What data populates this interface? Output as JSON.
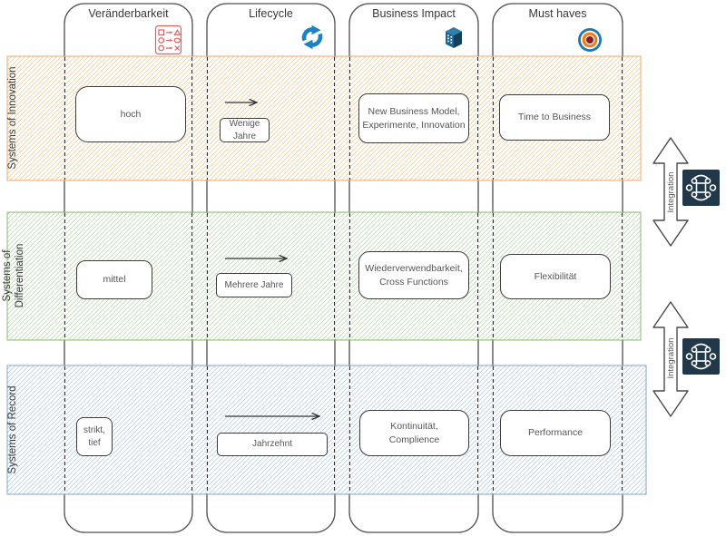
{
  "columns": [
    {
      "label": "Veränderbarkeit",
      "icon": "transform-icon"
    },
    {
      "label": "Lifecycle",
      "icon": "lifecycle-icon"
    },
    {
      "label": "Business Impact",
      "icon": "building-icon"
    },
    {
      "label": "Must haves",
      "icon": "target-icon"
    }
  ],
  "rows": [
    {
      "label": "Systems of Innovation",
      "band_color": "#f0a96b",
      "cells": [
        "hoch",
        "Wenige\nJahre",
        "New Business Model,\nExperimente, Innovation",
        "Time to Business"
      ]
    },
    {
      "label": "Systems of\nDifferentiation",
      "band_color": "#84b96f",
      "cells": [
        "mittel",
        "Mehrere Jahre",
        "Wiederverwendbarkeit,\nCross Functions",
        "Flexibilität"
      ]
    },
    {
      "label": "Systems of Record",
      "band_color": "#7fa7d1",
      "cells": [
        "strikt,\ntief",
        "Jahrzehnt",
        "Kontinuität,\nComplience",
        "Performance"
      ]
    }
  ],
  "integration": {
    "label": "Integration"
  },
  "colors": {
    "col_stroke": "#4f4f4f",
    "band_orange_border": "#f0a96b",
    "band_orange_hatch": "#f3cf9e",
    "band_green_border": "#84b96f",
    "band_green_hatch": "#bedcb4",
    "band_blue_border": "#7fa7d1",
    "band_blue_hatch": "#bad0ea",
    "box_stroke": "#3d3d3d",
    "text_dark": "#383838",
    "text_gray": "#555555",
    "accent_red": "#df5f5f",
    "accent_blue": "#1b82c6",
    "icon_navy": "#203849",
    "building_blue": "#1f6391",
    "target_blue": "#1a79b4",
    "target_orange": "#ef7d23",
    "target_maroon": "#8a1c1c"
  }
}
